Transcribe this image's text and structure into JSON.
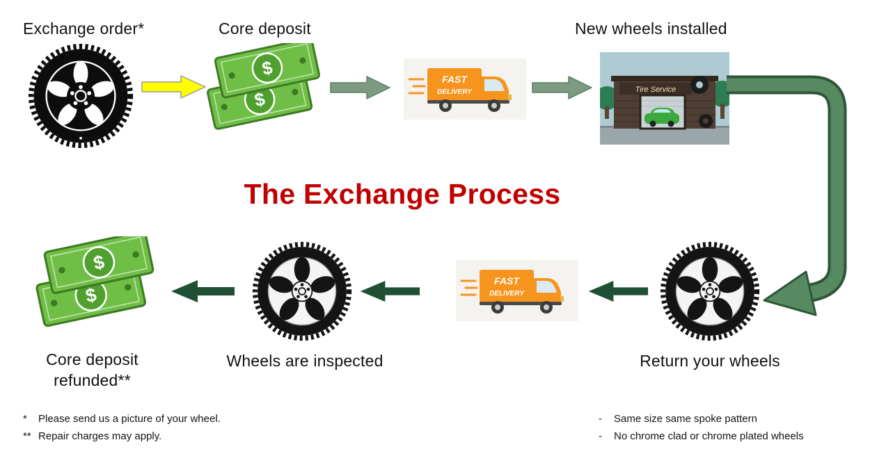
{
  "title": "The Exchange Process",
  "labels": {
    "exchange_order": "Exchange order*",
    "core_deposit": "Core deposit",
    "new_wheels_installed": "New wheels installed",
    "return_your_wheels": "Return your wheels",
    "wheels_inspected": "Wheels are inspected",
    "core_refunded_line1": "Core deposit",
    "core_refunded_line2": "refunded**"
  },
  "truck": {
    "line1": "FAST",
    "line2": "DELIVERY"
  },
  "shop": {
    "sign": "Tire Service"
  },
  "money": {
    "dollar": "$"
  },
  "footnotes_left": [
    {
      "marker": "*",
      "text": "Please send us a picture of your wheel."
    },
    {
      "marker": "**",
      "text": "Repair charges may apply."
    }
  ],
  "footnotes_right": [
    {
      "marker": "-",
      "text": "Same size same spoke pattern"
    },
    {
      "marker": "-",
      "text": "No chrome clad or chrome plated wheels"
    }
  ],
  "colors": {
    "title_red": "#C00000",
    "yellow_arrow": "#FFFF00",
    "sage_arrow": "#7D9B82",
    "dark_green_arrow": "#1F4F35",
    "curved_arrow_fill": "#578A60",
    "curved_arrow_edge": "#2E5638",
    "money_green": "#6FBE45",
    "money_dark_green": "#3E7A24",
    "truck_orange": "#F7941D"
  }
}
